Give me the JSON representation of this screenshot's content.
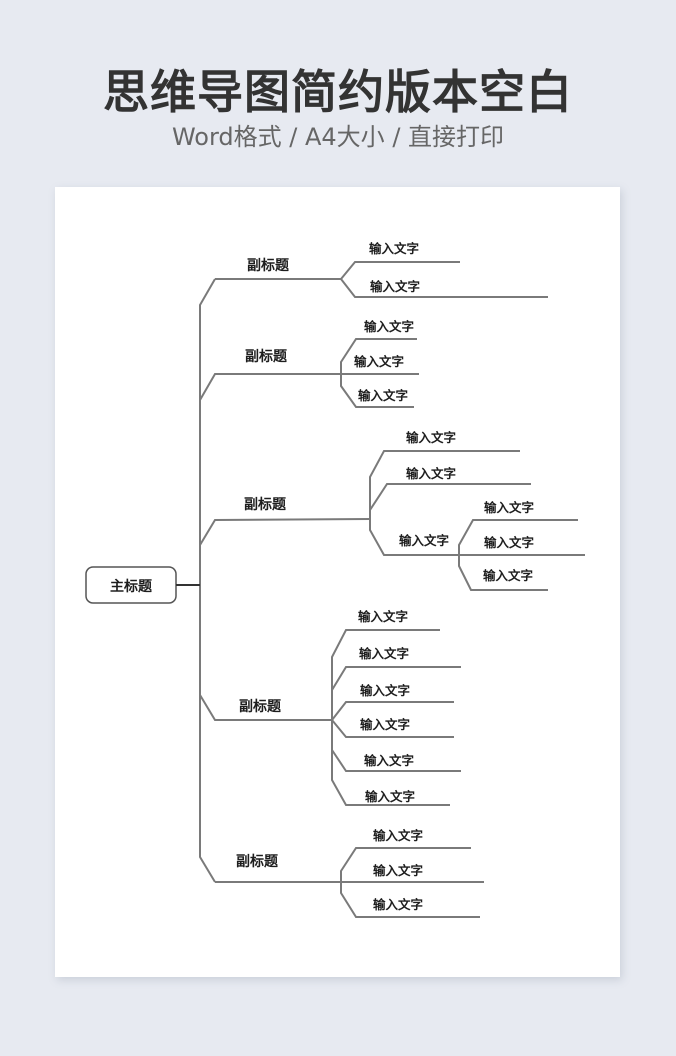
{
  "header": {
    "title": "思维导图简约版本空白",
    "subtitle": "Word格式 / A4大小 / 直接打印"
  },
  "colors": {
    "background": "#e7eaf1",
    "paper": "#ffffff",
    "line": "#7a7a7a",
    "text": "#1e1e1e"
  },
  "mindmap": {
    "root": {
      "label": "主标题"
    },
    "branches": [
      {
        "label": "副标题",
        "children": [
          {
            "label": "输入文字"
          },
          {
            "label": "输入文字"
          }
        ]
      },
      {
        "label": "副标题",
        "children": [
          {
            "label": "输入文字"
          },
          {
            "label": "输入文字"
          },
          {
            "label": "输入文字"
          }
        ]
      },
      {
        "label": "副标题",
        "children": [
          {
            "label": "输入文字"
          },
          {
            "label": "输入文字"
          },
          {
            "label": "输入文字",
            "children": [
              {
                "label": "输入文字"
              },
              {
                "label": "输入文字"
              },
              {
                "label": "输入文字"
              }
            ]
          }
        ]
      },
      {
        "label": "副标题",
        "children": [
          {
            "label": "输入文字"
          },
          {
            "label": "输入文字"
          },
          {
            "label": "输入文字"
          },
          {
            "label": "输入文字"
          },
          {
            "label": "输入文字"
          },
          {
            "label": "输入文字"
          }
        ]
      },
      {
        "label": "副标题",
        "children": [
          {
            "label": "输入文字"
          },
          {
            "label": "输入文字"
          },
          {
            "label": "输入文字"
          }
        ]
      }
    ]
  }
}
